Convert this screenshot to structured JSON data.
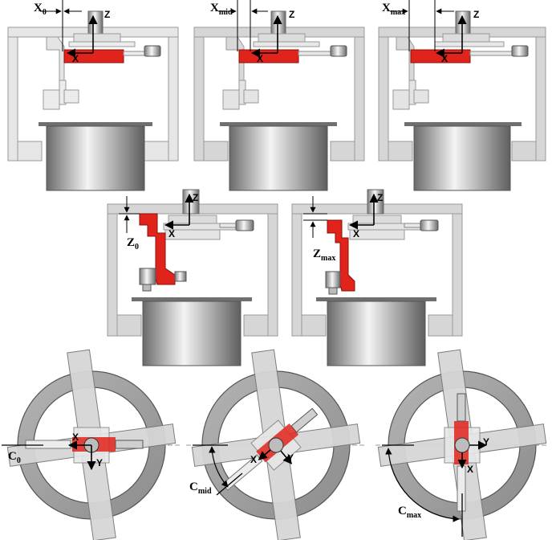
{
  "colors": {
    "accent_red": "#e1241b",
    "frame_light": "#e6e6e6",
    "frame_mid": "#cfcfcf",
    "metal_dark": "#6f6f6f",
    "metal_light": "#f2f2f2"
  },
  "panels_x": [
    {
      "symbol": "X",
      "subscript": "0",
      "axis_z": "Z",
      "axis_x": "X"
    },
    {
      "symbol": "X",
      "subscript": "mid",
      "axis_z": "Z",
      "axis_x": "X"
    },
    {
      "symbol": "X",
      "subscript": "max",
      "axis_z": "Z",
      "axis_x": "X"
    }
  ],
  "panels_z": [
    {
      "symbol": "Z",
      "subscript": "0",
      "axis_z": "Z",
      "axis_x": "X"
    },
    {
      "symbol": "Z",
      "subscript": "max",
      "axis_z": "Z",
      "axis_x": "X"
    }
  ],
  "panels_c": [
    {
      "symbol": "C",
      "subscript": "0",
      "axis_x": "X",
      "axis_y": "Y"
    },
    {
      "symbol": "C",
      "subscript": "mid",
      "axis_x": "X",
      "axis_y": "Y"
    },
    {
      "symbol": "C",
      "subscript": "max",
      "axis_x": "X",
      "axis_y": "Y"
    }
  ]
}
